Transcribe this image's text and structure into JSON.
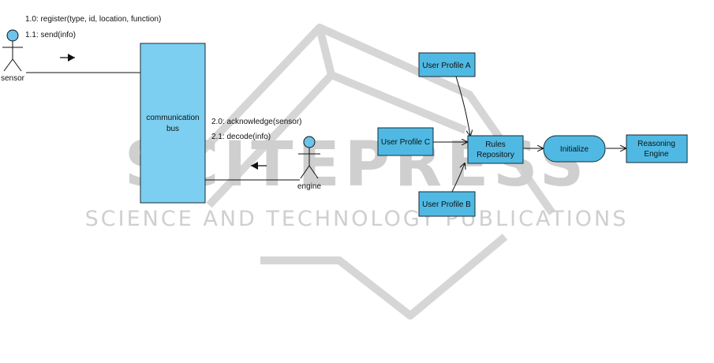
{
  "colors": {
    "bus_fill": "#7dcff2",
    "box_fill": "#4fb9e3",
    "box_stroke": "#1a2a33",
    "actor_head": "#6cc4ea",
    "watermark": "#cfcfcf"
  },
  "watermark": {
    "title": "SCITEPRESS",
    "subtitle": "SCIENCE AND TECHNOLOGY PUBLICATIONS"
  },
  "sequence": {
    "sensor_label": "sensor",
    "engine_label": "engine",
    "bus_label_line1": "communication",
    "bus_label_line2": "bus",
    "msg_register": "1.0: register(type, id, location, function)",
    "msg_send": "1.1: send(info)",
    "msg_acknowledge": "2.0: acknowledge(sensor)",
    "msg_decode": "2.1: decode(info)"
  },
  "flow": {
    "profile_a": "User Profile A",
    "profile_b": "User Profile B",
    "profile_c": "User Profile C",
    "rules_line1": "Rules",
    "rules_line2": "Repository",
    "initialize": "Initialize",
    "reasoning_line1": "Reasoning",
    "reasoning_line2": "Engine"
  }
}
